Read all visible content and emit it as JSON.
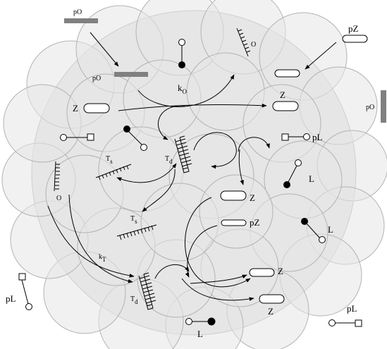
{
  "labels": {
    "pO": "pO",
    "pZ": "pZ",
    "pL": "pL",
    "Z": "Z",
    "L": "L",
    "O": "O",
    "T": "T",
    "k": "k",
    "sub_s": "s",
    "sub_d": "d",
    "sub_O": "O",
    "sub_T": "T"
  },
  "colors": {
    "bar": "#808080",
    "cell_fill": "#e6e6e6",
    "cell_edge": "#b3b3b3"
  }
}
